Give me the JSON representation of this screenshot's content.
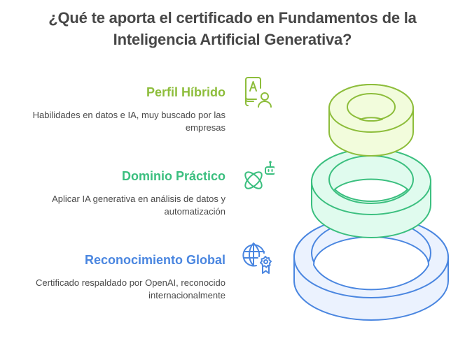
{
  "title": {
    "line1": "¿Qué te aporta el certificado en Fundamentos de la",
    "line2": "Inteligencia Artificial Generativa?"
  },
  "items": [
    {
      "heading": "Perfil Híbrido",
      "description": "Habilidades en datos e IA, muy buscado por las empresas",
      "icon": "document-person-icon",
      "color": "#8dbd3b",
      "fill": "#f2fcdc"
    },
    {
      "heading": "Dominio Práctico",
      "description": "Aplicar IA generativa en análisis de datos y automatización",
      "icon": "robot-orbit-icon",
      "color": "#3bbf7f",
      "fill": "#e0fbee"
    },
    {
      "heading": "Reconocimiento Global",
      "description": "Certificado respaldado por OpenAI, reconocido internacionalmente",
      "icon": "globe-award-icon",
      "color": "#4a86e0",
      "fill": "#ebf2fe"
    }
  ]
}
